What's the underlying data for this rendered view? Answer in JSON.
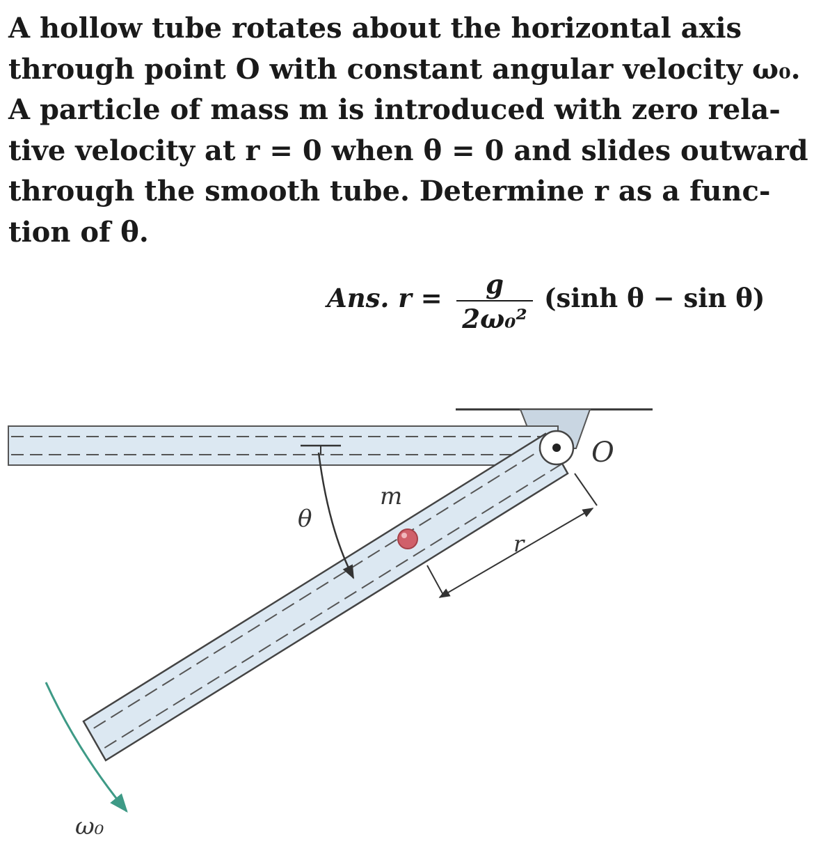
{
  "problem": {
    "lines": [
      "A hollow tube rotates about the horizontal axis",
      "through point O with constant angular velocity ω₀.",
      "A particle of mass m is introduced with zero rela-",
      "tive velocity at r = 0 when θ = 0 and slides outward",
      "through the smooth tube. Determine r as a func-",
      "tion of θ."
    ]
  },
  "answer": {
    "lhs": "Ans. r =",
    "numerator": "g",
    "denominator": "2ω₀²",
    "rhs": "(sinh θ − sin θ)"
  },
  "figure": {
    "labels": {
      "pivot": "O",
      "mass": "m",
      "angle": "θ",
      "radius": "r",
      "angular_velocity": "ω₀"
    },
    "colors": {
      "tube_fill": "#dce8f2",
      "bracket_fill": "#c9d6e2",
      "particle": "#d0606a",
      "omega_arrow": "#3e9a86"
    }
  }
}
